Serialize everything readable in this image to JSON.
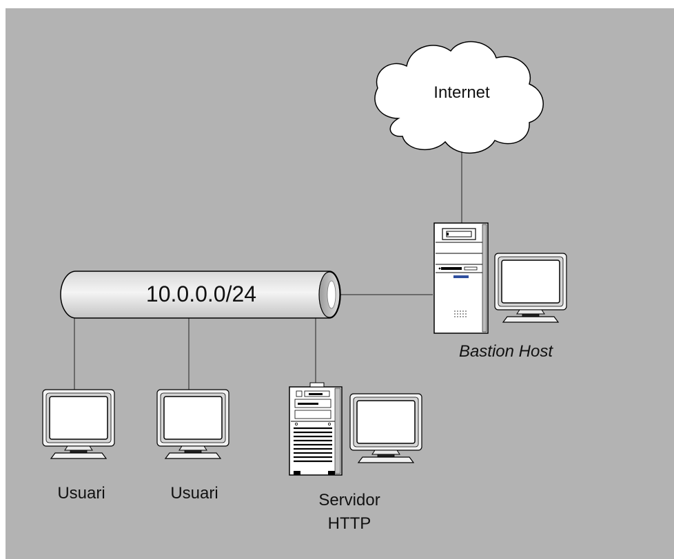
{
  "diagram": {
    "cloud_label": "Internet",
    "network_label": "10.0.0.0/24",
    "bastion_label": "Bastion Host",
    "user1_label": "Usuari",
    "user2_label": "Usuari",
    "server_label_line1": "Servidor",
    "server_label_line2": "HTTP"
  },
  "colors": {
    "background": "#b3b3b3",
    "device_fill": "#ffffff",
    "stroke": "#000000"
  }
}
